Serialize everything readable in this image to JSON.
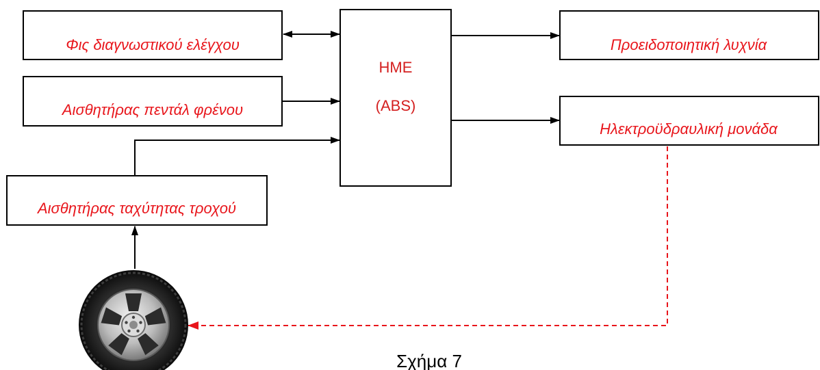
{
  "boxes": {
    "diagnostic_plug": "Φις διαγνωστικού ελέγχου",
    "brake_pedal_sensor": "Αισθητήρας πεντάλ φρένου",
    "wheel_speed_sensor": "Αισθητήρας ταχύτητας τροχού",
    "warning_lamp": "Προειδοποιητική λυχνία",
    "hydraulic_unit": "Ηλεκτροϋδραυλική μονάδα",
    "ecu_line1": "ΗΜΕ",
    "ecu_line2": "(ABS)"
  },
  "caption": "Σχήμα 7",
  "colors": {
    "label_text": "#e8151b",
    "box_stroke": "#000000",
    "feedback_line": "#e8151b"
  },
  "icons": {
    "wheel": "tire-wheel-icon"
  }
}
